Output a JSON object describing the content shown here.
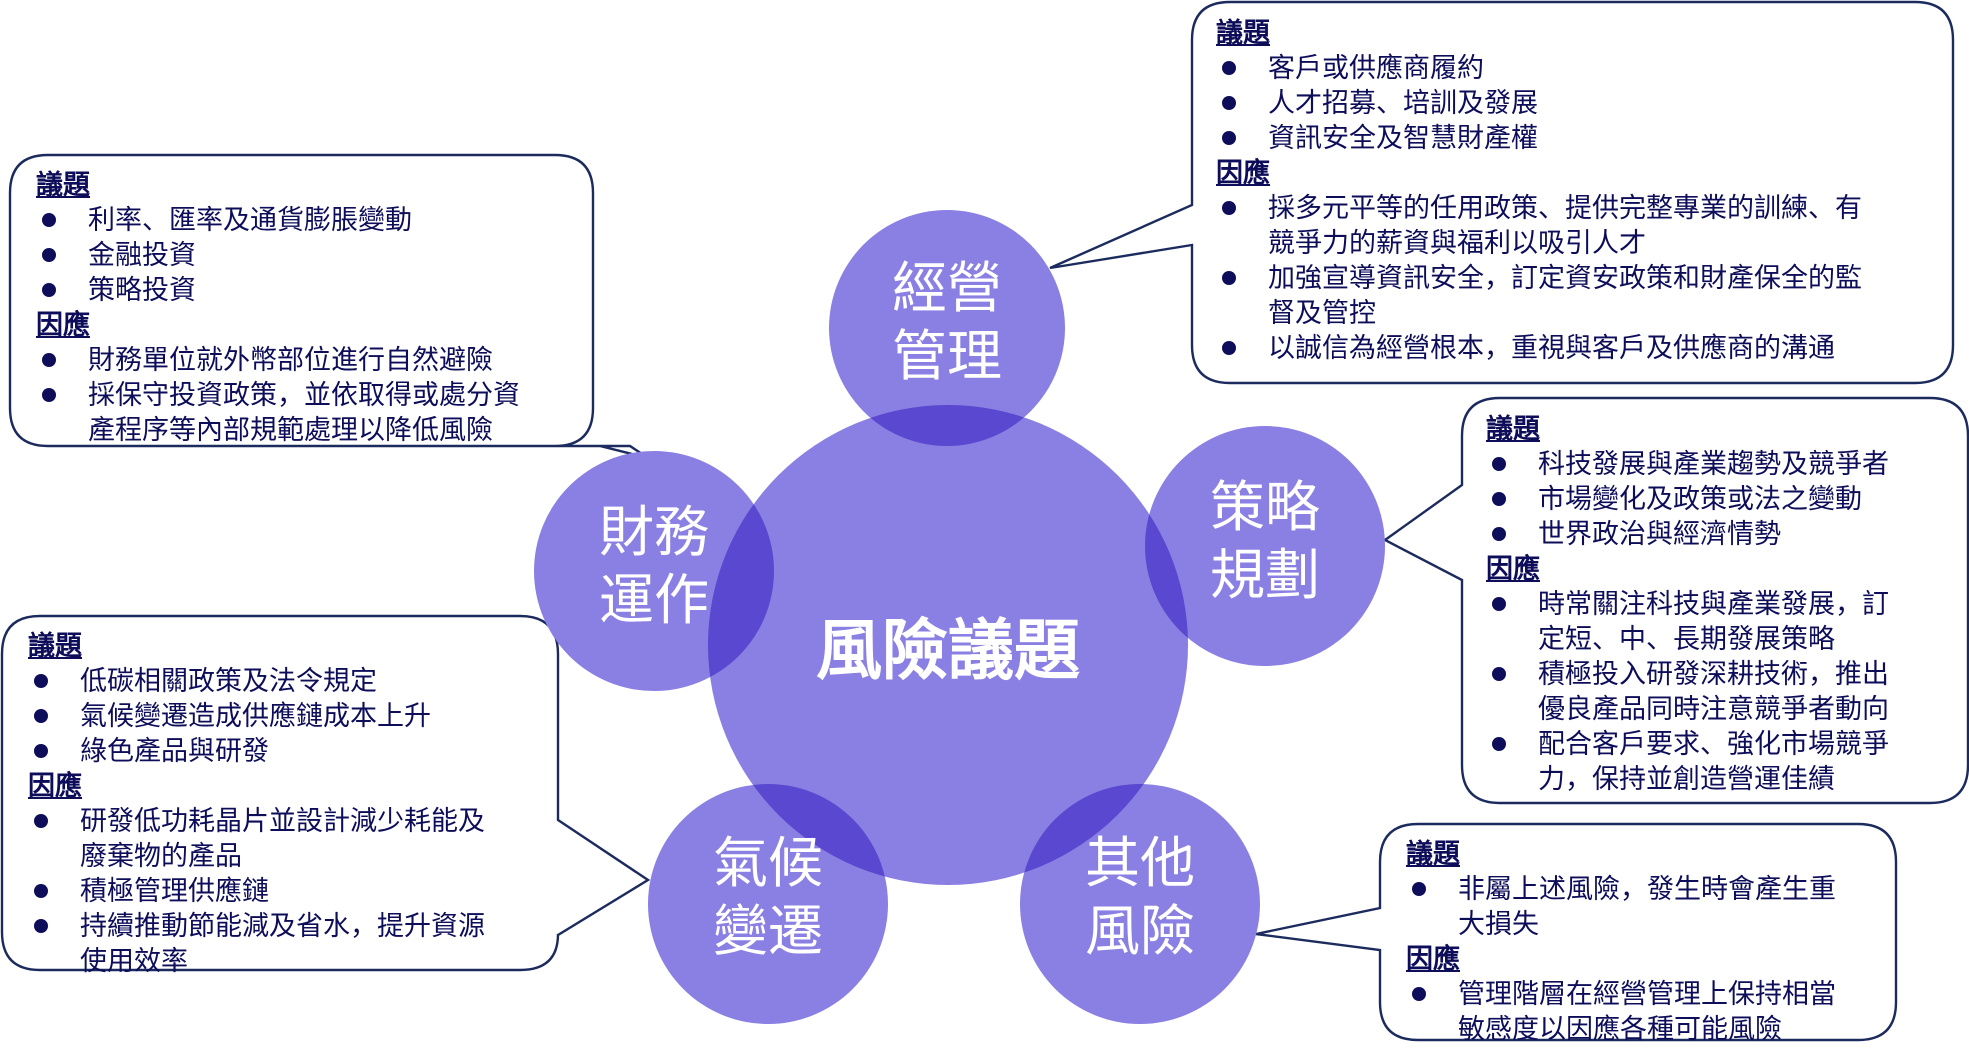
{
  "center": {
    "label": "風險議題"
  },
  "circles": [
    {
      "id": "management",
      "lines": [
        "經營",
        "管理"
      ]
    },
    {
      "id": "strategy",
      "lines": [
        "策略",
        "規劃"
      ]
    },
    {
      "id": "other",
      "lines": [
        "其他",
        "風險"
      ]
    },
    {
      "id": "climate",
      "lines": [
        "氣候",
        "變遷"
      ]
    },
    {
      "id": "finance",
      "lines": [
        "財務",
        "運作"
      ]
    }
  ],
  "callouts": {
    "management": {
      "issues_heading": "議題",
      "issues": [
        "客戶或供應商履約",
        "人才招募、培訓及發展",
        "資訊安全及智慧財產權"
      ],
      "response_heading": "因應",
      "responses": [
        [
          "採多元平等的任用政策、提供完整專業的訓練、有",
          "競爭力的薪資與福利以吸引人才"
        ],
        [
          "加強宣導資訊安全，訂定資安政策和財產保全的監",
          "督及管控"
        ],
        [
          "以誠信為經營根本，重視與客戶及供應商的溝通"
        ]
      ]
    },
    "finance": {
      "issues_heading": "議題",
      "issues": [
        "利率、匯率及通貨膨脹變動",
        "金融投資",
        "策略投資"
      ],
      "response_heading": "因應",
      "responses": [
        [
          "財務單位就外幣部位進行自然避險"
        ],
        [
          "採保守投資政策，並依取得或處分資",
          "產程序等內部規範處理以降低風險"
        ]
      ]
    },
    "strategy": {
      "issues_heading": "議題",
      "issues": [
        "科技發展與產業趨勢及競爭者",
        "市場變化及政策或法之變動",
        "世界政治與經濟情勢"
      ],
      "response_heading": "因應",
      "responses": [
        [
          "時常關注科技與產業發展，訂",
          "定短、中、長期發展策略"
        ],
        [
          "積極投入研發深耕技術，推出",
          "優良產品同時注意競爭者動向"
        ],
        [
          "配合客戶要求、強化市場競爭",
          "力，保持並創造營運佳績"
        ]
      ]
    },
    "climate": {
      "issues_heading": "議題",
      "issues": [
        "低碳相關政策及法令規定",
        "氣候變遷造成供應鏈成本上升",
        "綠色產品與研發"
      ],
      "response_heading": "因應",
      "responses": [
        [
          "研發低功耗晶片並設計減少耗能及",
          "廢棄物的產品"
        ],
        [
          "積極管理供應鏈"
        ],
        [
          "持續推動節能減及省水，提升資源",
          "使用效率"
        ]
      ]
    },
    "other": {
      "issues_heading": "議題",
      "issues": [
        [
          "非屬上述風險，發生時會產生重",
          "大損失"
        ]
      ],
      "response_heading": "因應",
      "responses": [
        [
          "管理階層在經營管理上保持相當",
          "敏感度以因應各種可能風險"
        ]
      ]
    }
  },
  "colors": {
    "circle_fill": "#8a7fe2",
    "overlap_fill": "#5b48d0",
    "text_navy": "#0d0d5a",
    "circle_text": "#ffffff"
  }
}
